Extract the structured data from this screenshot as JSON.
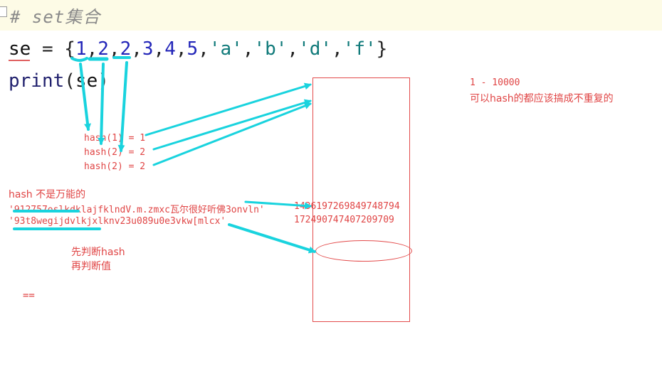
{
  "comment": "# set集合",
  "code": {
    "line1": {
      "var": "se",
      "eq": " = ",
      "open": "{",
      "items": [
        {
          "text": "1",
          "kind": "num"
        },
        {
          "text": "2",
          "kind": "num"
        },
        {
          "text": "2",
          "kind": "num"
        },
        {
          "text": "3",
          "kind": "num"
        },
        {
          "text": "4",
          "kind": "num"
        },
        {
          "text": "5",
          "kind": "num"
        },
        {
          "text": "'a'",
          "kind": "str"
        },
        {
          "text": "'b'",
          "kind": "str"
        },
        {
          "text": "'d'",
          "kind": "str"
        },
        {
          "text": "'f'",
          "kind": "str"
        }
      ],
      "sep": ",",
      "close": "}"
    },
    "line2": {
      "func": "print",
      "open": "(",
      "arg": "se",
      "close": ")"
    }
  },
  "annotations": {
    "hash1": "hash(1) = 1",
    "hash2a": "hash(2) = 2",
    "hash2b": "hash(2) = 2",
    "range": "1 - 10000",
    "range_note": "可以hash的都应该搞成不重复的",
    "hash_not_all": "hash 不是万能的",
    "str1": "'912757oslkdklajfklndV.m.zmxc瓦尔很好听佛3onvln'",
    "str2": "'93t8wegijdvlkjxlknv23u089u0e3vkw[mlcx'",
    "num1": "1436197269849748794",
    "num2": "172490747407209709",
    "check1": "先判断hash",
    "check2": "再判断值",
    "eq": "=="
  },
  "colors": {
    "annotation": "#e04545",
    "arrow": "#19d3de",
    "number": "#2326b9",
    "string": "#107a7a",
    "comment_bg": "#fdfbe6"
  }
}
